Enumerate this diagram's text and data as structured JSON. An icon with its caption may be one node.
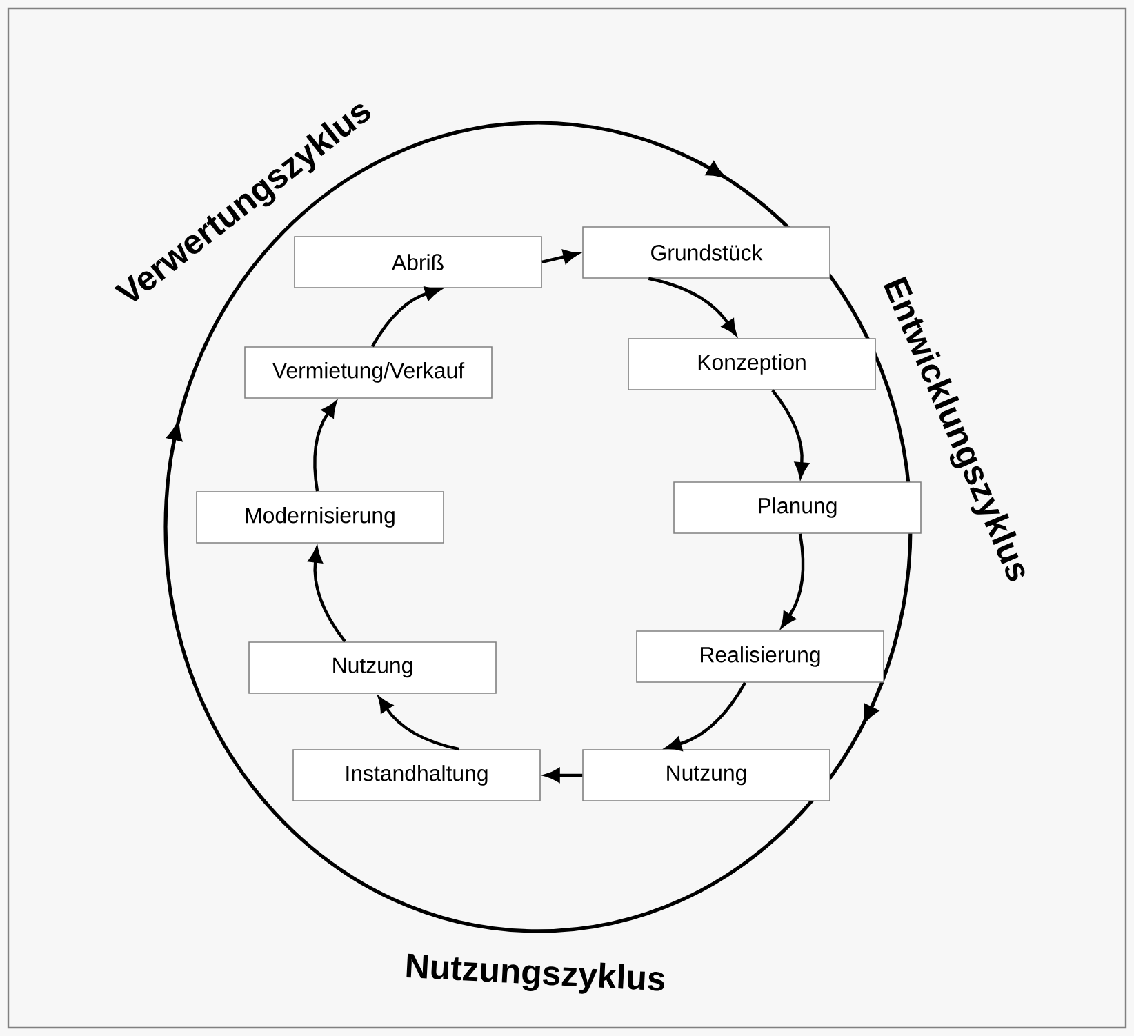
{
  "diagram": {
    "nodes": [
      {
        "text": [
          "Abriß"
        ]
      },
      {
        "text": [
          "Grundstück"
        ]
      },
      {
        "text": [
          "Konzeption"
        ]
      },
      {
        "text": [
          "Planung"
        ]
      },
      {
        "text": [
          "Realisierung"
        ]
      },
      {
        "text": [
          "Nutzung"
        ]
      },
      {
        "text": [
          "Instandhaltung"
        ]
      },
      {
        "text": [
          "Nutzung"
        ]
      },
      {
        "text": [
          "Modernisierung"
        ]
      },
      {
        "text": [
          "Vermietung/Verkauf"
        ]
      }
    ],
    "edges": [
      {
        "from": 0,
        "to": 1,
        "arrow": "to"
      },
      {
        "from": 1,
        "to": 2,
        "arrow": "to"
      },
      {
        "from": 2,
        "to": 3,
        "arrow": "to"
      },
      {
        "from": 3,
        "to": 4,
        "arrow": "to"
      },
      {
        "from": 4,
        "to": 5,
        "arrow": "to"
      },
      {
        "from": 5,
        "to": 6,
        "arrow": "to"
      },
      {
        "from": 6,
        "to": 7,
        "arrow": "to"
      },
      {
        "from": 7,
        "to": 8,
        "arrow": "to"
      },
      {
        "from": 8,
        "to": 9,
        "arrow": "to"
      },
      {
        "from": 9,
        "to": 0,
        "arrow": "to"
      }
    ],
    "labels": [
      "Verwertungszyklus",
      "Entwicklungszyklus",
      "Nutzungszyklus"
    ]
  }
}
